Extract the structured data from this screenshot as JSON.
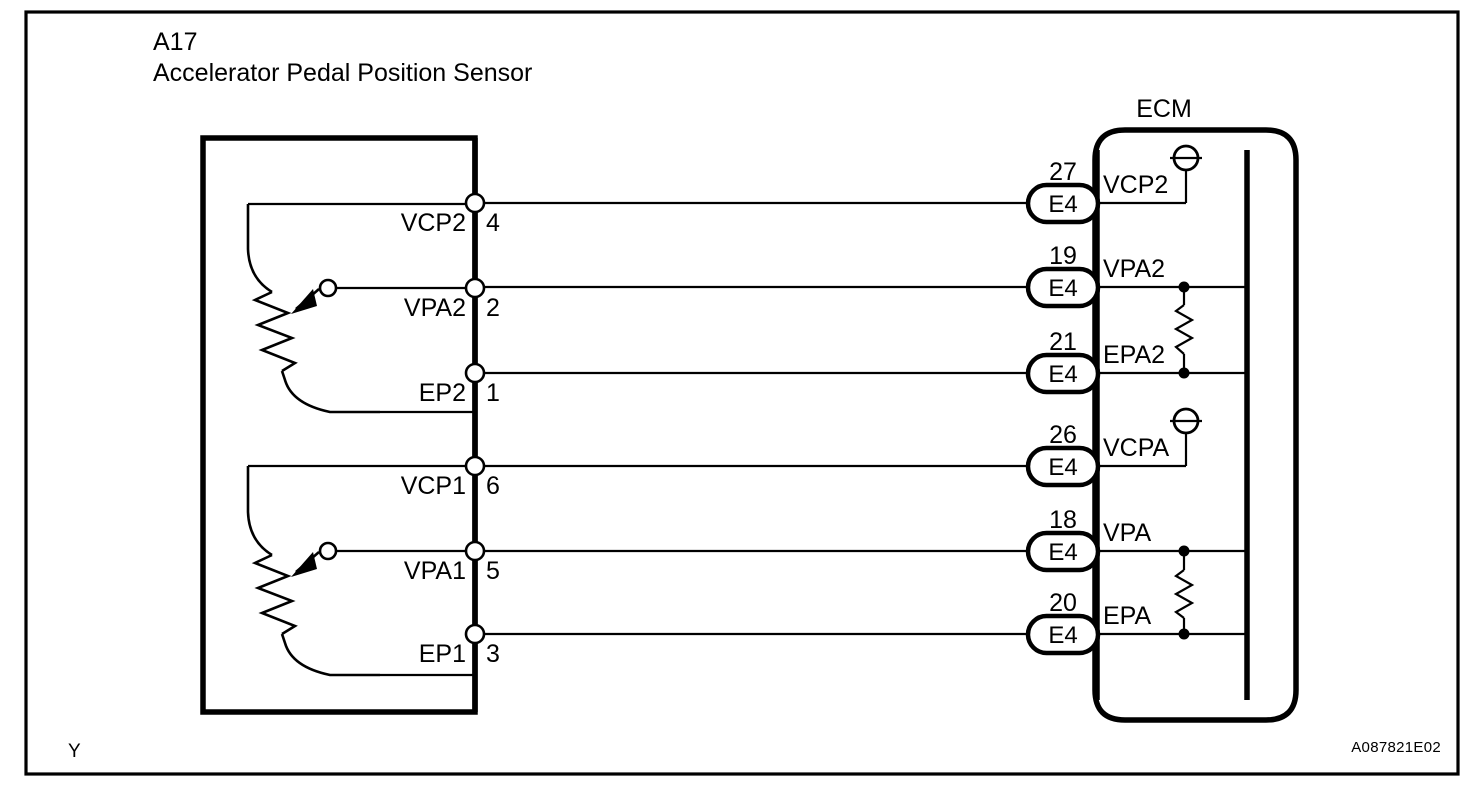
{
  "sheet": {
    "component_code": "A17",
    "component_name": "Accelerator Pedal Position Sensor",
    "ecu_label": "ECM",
    "corner_marker": "Y",
    "figure_code": "A087821E02"
  },
  "sensor": {
    "terminals": [
      {
        "name": "VCP2",
        "pin": "4"
      },
      {
        "name": "VPA2",
        "pin": "2"
      },
      {
        "name": "EP2",
        "pin": "1"
      },
      {
        "name": "VCP1",
        "pin": "6"
      },
      {
        "name": "VPA1",
        "pin": "5"
      },
      {
        "name": "EP1",
        "pin": "3"
      }
    ]
  },
  "ecm": {
    "title": "ECM",
    "connector_label": "E4",
    "pins": [
      {
        "number": "27",
        "connector": "E4",
        "signal": "VCP2",
        "symbol": "power-supply"
      },
      {
        "number": "19",
        "connector": "E4",
        "signal": "VPA2",
        "symbol": "resistor-top"
      },
      {
        "number": "21",
        "connector": "E4",
        "signal": "EPA2",
        "symbol": "resistor-bottom"
      },
      {
        "number": "26",
        "connector": "E4",
        "signal": "VCPA",
        "symbol": "power-supply"
      },
      {
        "number": "18",
        "connector": "E4",
        "signal": "VPA",
        "symbol": "resistor-top"
      },
      {
        "number": "20",
        "connector": "E4",
        "signal": "EPA",
        "symbol": "resistor-bottom"
      }
    ]
  },
  "colors": {
    "line": "#000000",
    "background": "#ffffff"
  }
}
